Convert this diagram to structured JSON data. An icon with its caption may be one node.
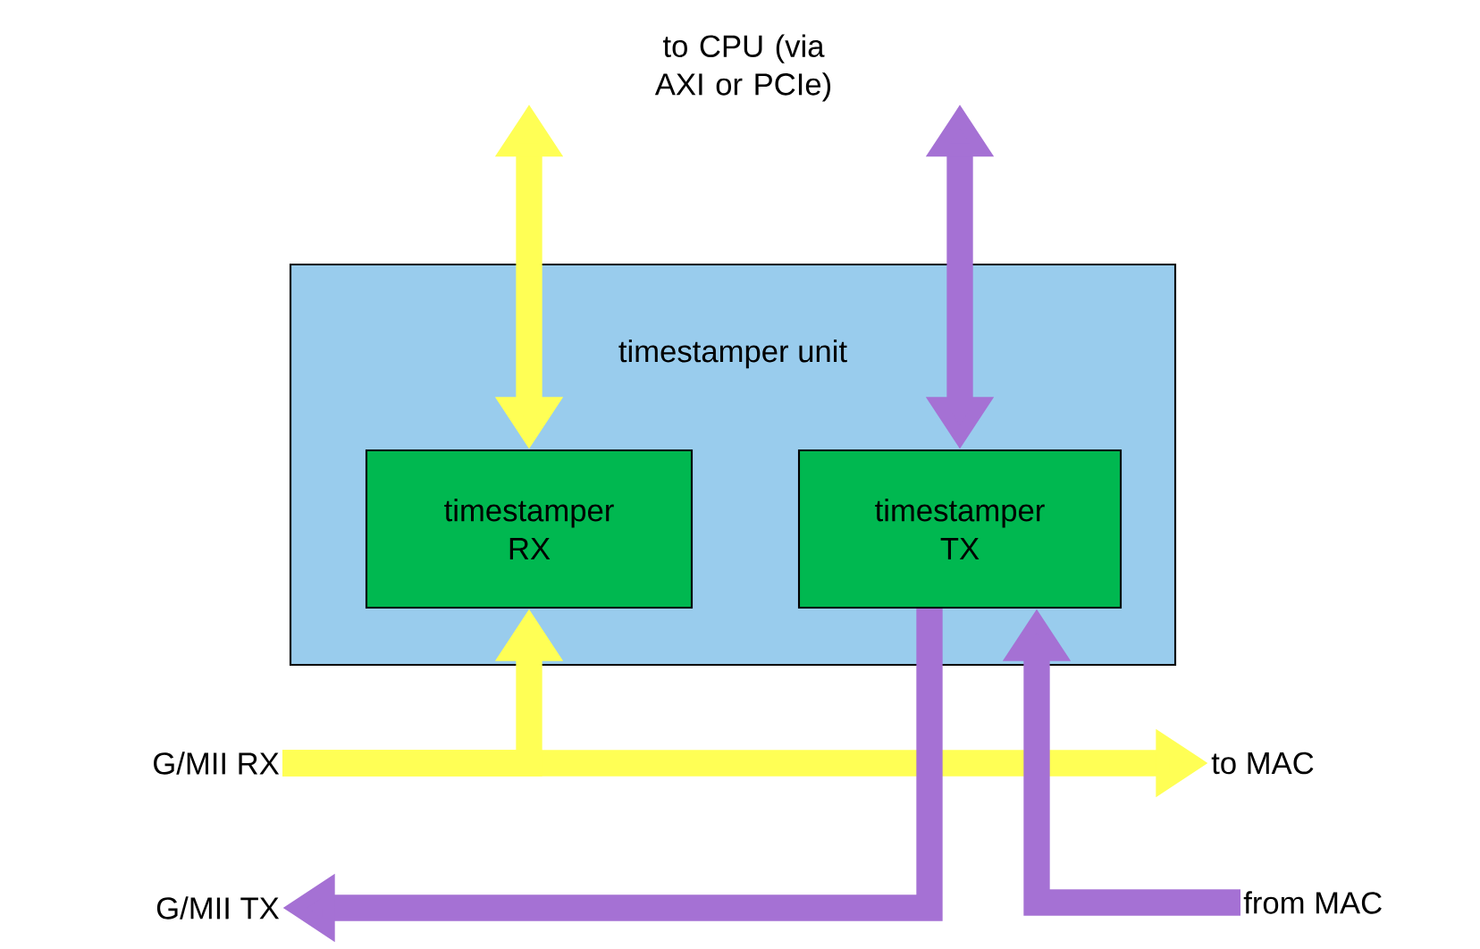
{
  "diagram": {
    "nodes": [
      {
        "text": [
          "to CPU (via AXI or PCIe)"
        ]
      },
      {
        "text": [
          "timestamper unit"
        ]
      },
      {
        "text": [
          "timestamper RX"
        ],
        "in": 1
      },
      {
        "text": [
          "timestamper TX"
        ],
        "in": 1
      },
      {
        "text": [
          "G/MII RX"
        ]
      },
      {
        "text": [
          "to MAC"
        ]
      },
      {
        "text": [
          "G/MII TX"
        ]
      },
      {
        "text": [
          "from MAC"
        ]
      }
    ],
    "edges": [
      {
        "from": 0,
        "to": 2,
        "arrow": "both",
        "color": "#ffff55"
      },
      {
        "from": 0,
        "to": 3,
        "arrow": "both",
        "color": "#a571d4"
      },
      {
        "from": 4,
        "to": 5,
        "arrow": "to",
        "color": "#ffff55"
      },
      {
        "from": 4,
        "to": 2,
        "arrow": "to",
        "color": "#ffff55"
      },
      {
        "from": 7,
        "to": 3,
        "arrow": "to",
        "color": "#a571d4"
      },
      {
        "from": 3,
        "to": 6,
        "arrow": "to",
        "color": "#a571d4"
      }
    ]
  }
}
